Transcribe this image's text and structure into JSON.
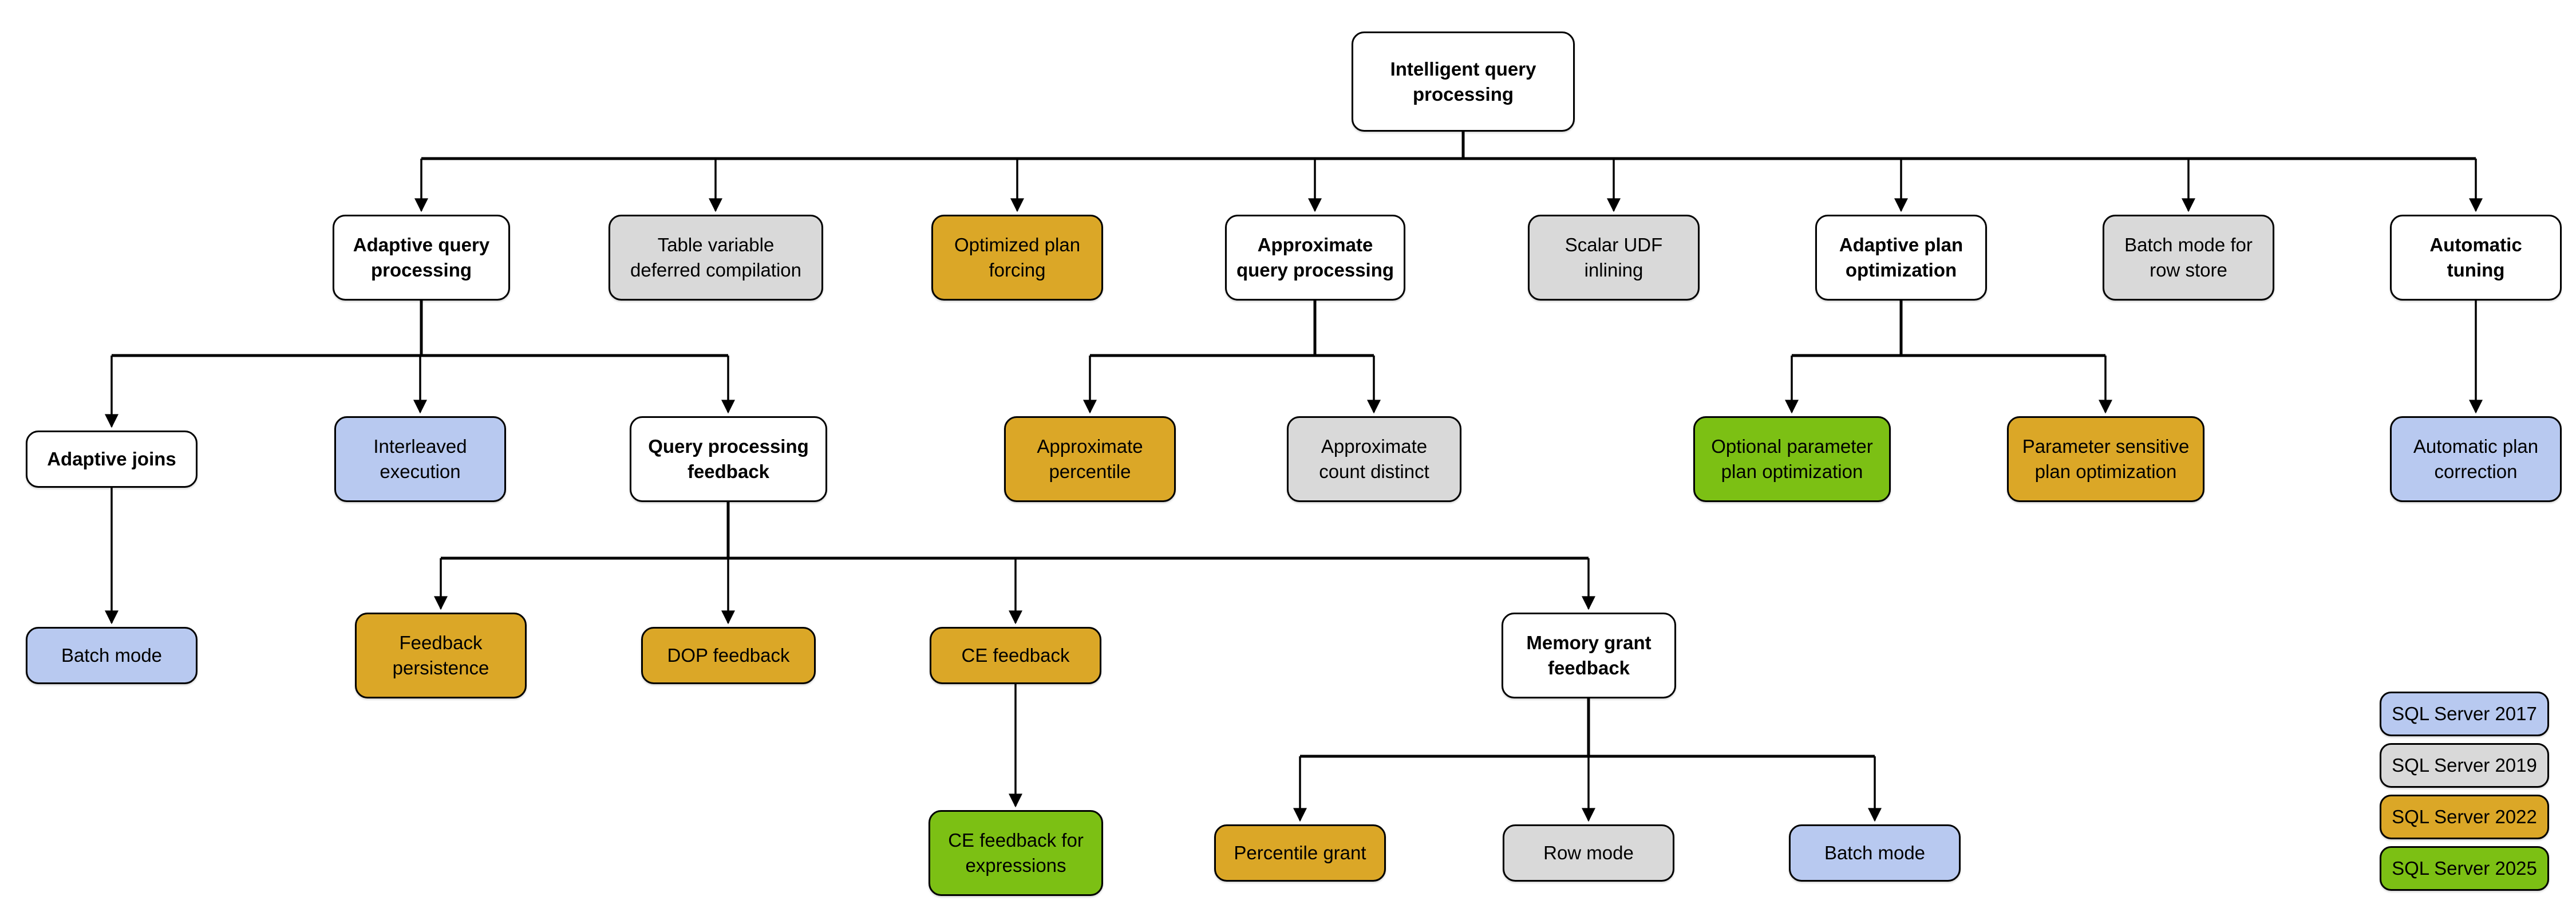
{
  "diagram": {
    "title": "Intelligent query processing",
    "root_id": "intelligent_query_processing",
    "nodes": {
      "intelligent_query_processing": {
        "label": "Intelligent query\nprocessing",
        "version": null,
        "children": [
          "adaptive_query_processing",
          "table_variable_deferred_compilation",
          "optimized_plan_forcing",
          "approximate_query_processing",
          "scalar_udf_inlining",
          "adaptive_plan_optimization",
          "batch_mode_for_row_store",
          "automatic_tuning"
        ]
      },
      "adaptive_query_processing": {
        "label": "Adaptive query\nprocessing",
        "version": null,
        "children": [
          "adaptive_joins",
          "interleaved_execution",
          "query_processing_feedback"
        ]
      },
      "table_variable_deferred_compilation": {
        "label": "Table variable\ndeferred compilation",
        "version": "SQL Server 2019",
        "children": []
      },
      "optimized_plan_forcing": {
        "label": "Optimized plan\nforcing",
        "version": "SQL Server 2022",
        "children": []
      },
      "approximate_query_processing": {
        "label": "Approximate\nquery processing",
        "version": null,
        "children": [
          "approximate_percentile",
          "approximate_count_distinct"
        ]
      },
      "scalar_udf_inlining": {
        "label": "Scalar UDF\ninlining",
        "version": "SQL Server 2019",
        "children": []
      },
      "adaptive_plan_optimization": {
        "label": "Adaptive plan\noptimization",
        "version": null,
        "children": [
          "optional_parameter_plan_optimization",
          "parameter_sensitive_plan_optimization"
        ]
      },
      "batch_mode_for_row_store": {
        "label": "Batch mode for\nrow store",
        "version": "SQL Server 2019",
        "children": []
      },
      "automatic_tuning": {
        "label": "Automatic\ntuning",
        "version": null,
        "children": [
          "automatic_plan_correction"
        ]
      },
      "adaptive_joins": {
        "label": "Adaptive joins",
        "version": null,
        "children": [
          "batch_mode_adaptive_joins"
        ]
      },
      "interleaved_execution": {
        "label": "Interleaved\nexecution",
        "version": "SQL Server 2017",
        "children": []
      },
      "query_processing_feedback": {
        "label": "Query processing\nfeedback",
        "version": null,
        "children": [
          "feedback_persistence",
          "dop_feedback",
          "ce_feedback",
          "memory_grant_feedback"
        ]
      },
      "approximate_percentile": {
        "label": "Approximate\npercentile",
        "version": "SQL Server 2022",
        "children": []
      },
      "approximate_count_distinct": {
        "label": "Approximate\ncount distinct",
        "version": "SQL Server 2019",
        "children": []
      },
      "optional_parameter_plan_optimization": {
        "label": "Optional parameter\nplan optimization",
        "version": "SQL Server 2025",
        "children": []
      },
      "parameter_sensitive_plan_optimization": {
        "label": "Parameter sensitive\nplan optimization",
        "version": "SQL Server 2022",
        "children": []
      },
      "automatic_plan_correction": {
        "label": "Automatic plan\ncorrection",
        "version": "SQL Server 2017",
        "children": []
      },
      "batch_mode_adaptive_joins": {
        "label": "Batch mode",
        "version": "SQL Server 2017",
        "children": []
      },
      "feedback_persistence": {
        "label": "Feedback\npersistence",
        "version": "SQL Server 2022",
        "children": []
      },
      "dop_feedback": {
        "label": "DOP feedback",
        "version": "SQL Server 2022",
        "children": []
      },
      "ce_feedback": {
        "label": "CE feedback",
        "version": "SQL Server 2022",
        "children": [
          "ce_feedback_for_expressions"
        ]
      },
      "memory_grant_feedback": {
        "label": "Memory grant\nfeedback",
        "version": null,
        "children": [
          "percentile_grant",
          "row_mode",
          "batch_mode_memory_grant"
        ]
      },
      "ce_feedback_for_expressions": {
        "label": "CE feedback for\nexpressions",
        "version": "SQL Server 2025",
        "children": []
      },
      "percentile_grant": {
        "label": "Percentile grant",
        "version": "SQL Server 2022",
        "children": []
      },
      "row_mode": {
        "label": "Row mode",
        "version": "SQL Server 2019",
        "children": []
      },
      "batch_mode_memory_grant": {
        "label": "Batch mode",
        "version": "SQL Server 2017",
        "children": []
      }
    }
  },
  "legend": {
    "items": [
      {
        "label": "SQL Server 2017",
        "color": "#b8c9f0"
      },
      {
        "label": "SQL Server 2019",
        "color": "#d9d9d9"
      },
      {
        "label": "SQL Server 2022",
        "color": "#dba727"
      },
      {
        "label": "SQL Server 2025",
        "color": "#7cc014"
      }
    ]
  },
  "palette": {
    "group_node_fill": "#ffffff",
    "sql_server_2017": "#b8c9f0",
    "sql_server_2019": "#d9d9d9",
    "sql_server_2022": "#dba727",
    "sql_server_2025": "#7cc014",
    "border_and_lines": "#000000"
  }
}
